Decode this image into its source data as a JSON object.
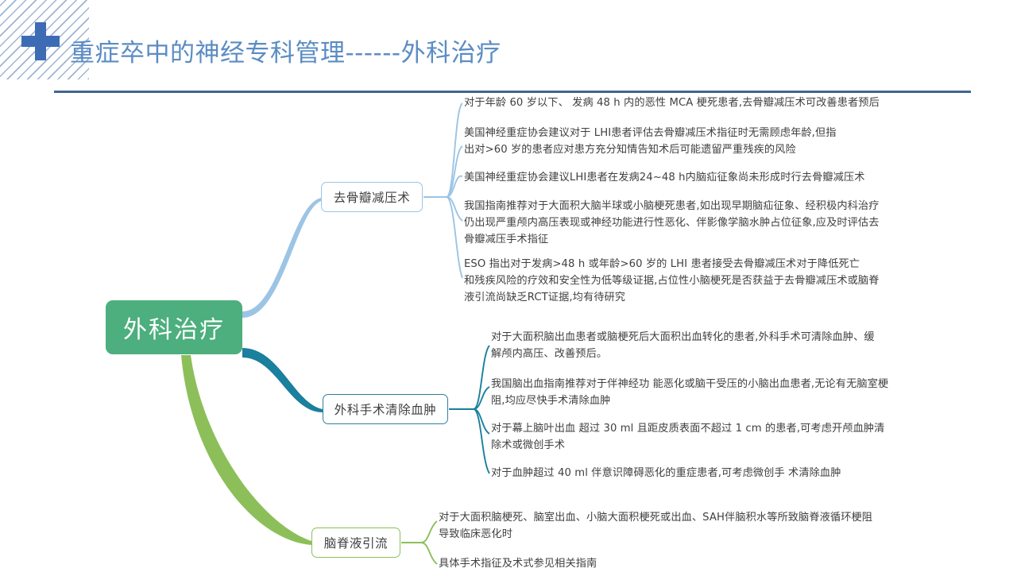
{
  "slide": {
    "title": "重症卒中的神经专科管理------外科治疗",
    "title_color": "#5b8cc4",
    "rule_color": "#41658f",
    "background": "#ffffff"
  },
  "decor": {
    "cross_icon": "medical-cross",
    "cross_color": "#3d6cb5",
    "stripe_color": "#9db4d4"
  },
  "mindmap": {
    "root": {
      "label": "外科治疗",
      "fill": "#4caf7d",
      "text_color": "#ffffff"
    },
    "branches": [
      {
        "label": "去骨瓣减压术",
        "color": "#9cc4e4",
        "connector_color": "#9cc4e4",
        "items": [
          "对于年龄 60 岁以下、 发病 48 h 内的恶性 MCA 梗死患者,去骨瓣减压术可改善患者预后",
          "美国神经重症协会建议对于 LHI患者评估去骨瓣减压术指征时无需顾虑年龄,但指\n出对>60 岁的患者应对患方充分知情告知术后可能遗留严重残疾的风险",
          "美国神经重症协会建议LHI患者在发病24~48 h内脑疝征象尚未形成时行去骨瓣减压术",
          "我国指南推荐对于大面积大脑半球或小脑梗死患者,如出现早期脑疝征象、经积极内科治疗\n仍出现严重颅内高压表现或神经功能进行性恶化、伴影像学脑水肿占位征象,应及时评估去\n骨瓣减压手术指征",
          "ESO 指出对于发病>48 h 或年龄>60 岁的 LHI 患者接受去骨瓣减压术对于降低死亡\n和残疾风险的疗效和安全性为低等级证据,占位性小脑梗死是否获益于去骨瓣减压术或脑脊\n液引流尚缺乏RCT证据,均有待研究"
        ]
      },
      {
        "label": "外科手术清除血肿",
        "color": "#2e7f9c",
        "connector_color": "#1b7f9e",
        "items": [
          "对于大面积脑出血患者或脑梗死后大面积出血转化的患者,外科手术可清除血肿、缓\n解颅内高压、改善预后。",
          "我国脑出血指南推荐对于伴神经功 能恶化或脑干受压的小脑出血患者,无论有无脑室梗\n阻,均应尽快手术清除血肿",
          "对于幕上脑叶出血 超过 30 ml 且距皮质表面不超过 1 cm 的患者,可考虑开颅血肿清\n除术或微创手术",
          "对于血肿超过 40 ml 伴意识障碍恶化的重症患者,可考虑微创手 术清除血肿"
        ]
      },
      {
        "label": "脑脊液引流",
        "color": "#8cbf5a",
        "connector_color": "#8cbf5a",
        "items": [
          "对于大面积脑梗死、脑室出血、小脑大面积梗死或出血、SAH伴脑积水等所致脑脊液循环梗阻\n导致临床恶化时",
          "具体手术指征及术式参见相关指南"
        ]
      }
    ]
  }
}
